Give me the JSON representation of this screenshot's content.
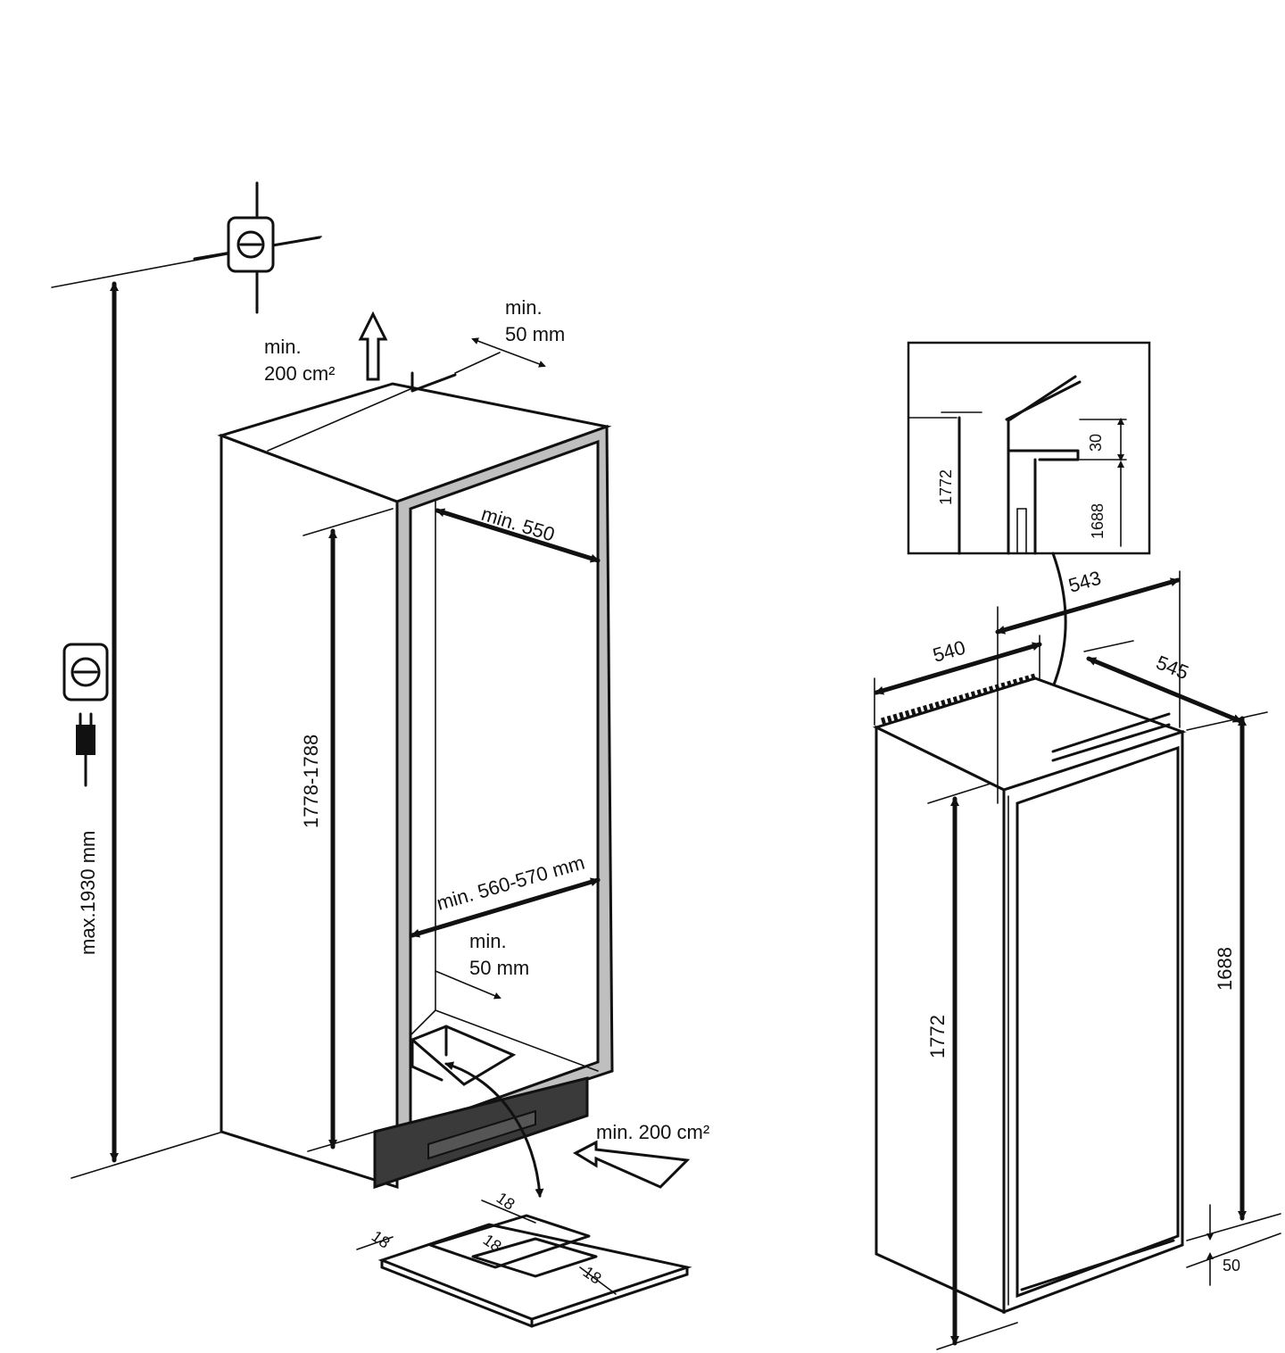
{
  "niche": {
    "top_vent_label_1": "min.",
    "top_vent_label_2": "200 cm²",
    "rear_gap_label_1": "min.",
    "rear_gap_label_2": "50 mm",
    "max_height": "max.1930 mm",
    "inner_height": "1778-1788",
    "depth": "min. 550",
    "width": "min. 560-570 mm",
    "side_gap_label_1": "min.",
    "side_gap_label_2": "50 mm",
    "bottom_vent": "min. 200 cm²"
  },
  "base_plate": {
    "dim_a": "18",
    "dim_b": "18",
    "dim_c": "18",
    "dim_d": "18"
  },
  "appliance": {
    "detail_height": "1772",
    "detail_gap": "30",
    "detail_inner": "1688",
    "width_top": "543",
    "width": "540",
    "depth": "545",
    "height": "1772",
    "door_height": "1688",
    "plinth": "50"
  }
}
